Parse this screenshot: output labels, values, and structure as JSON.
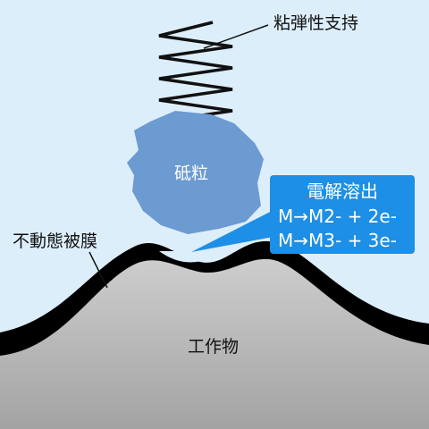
{
  "labels": {
    "spring_support": "粘弾性支持",
    "abrasive_grain": "砥粒",
    "passive_film": "不動態被膜",
    "workpiece": "工作物"
  },
  "callout": {
    "title": "電解溶出",
    "line1": "M→M2- + 2e-",
    "line2": "M→M3- + 3e-"
  },
  "colors": {
    "background": "#ddeefb",
    "grain": "#6c9bd2",
    "callout": "#1d8fe6",
    "film": "#000000",
    "workpiece_top": "#c8c8c8",
    "workpiece_bottom": "#a6a6a6"
  }
}
